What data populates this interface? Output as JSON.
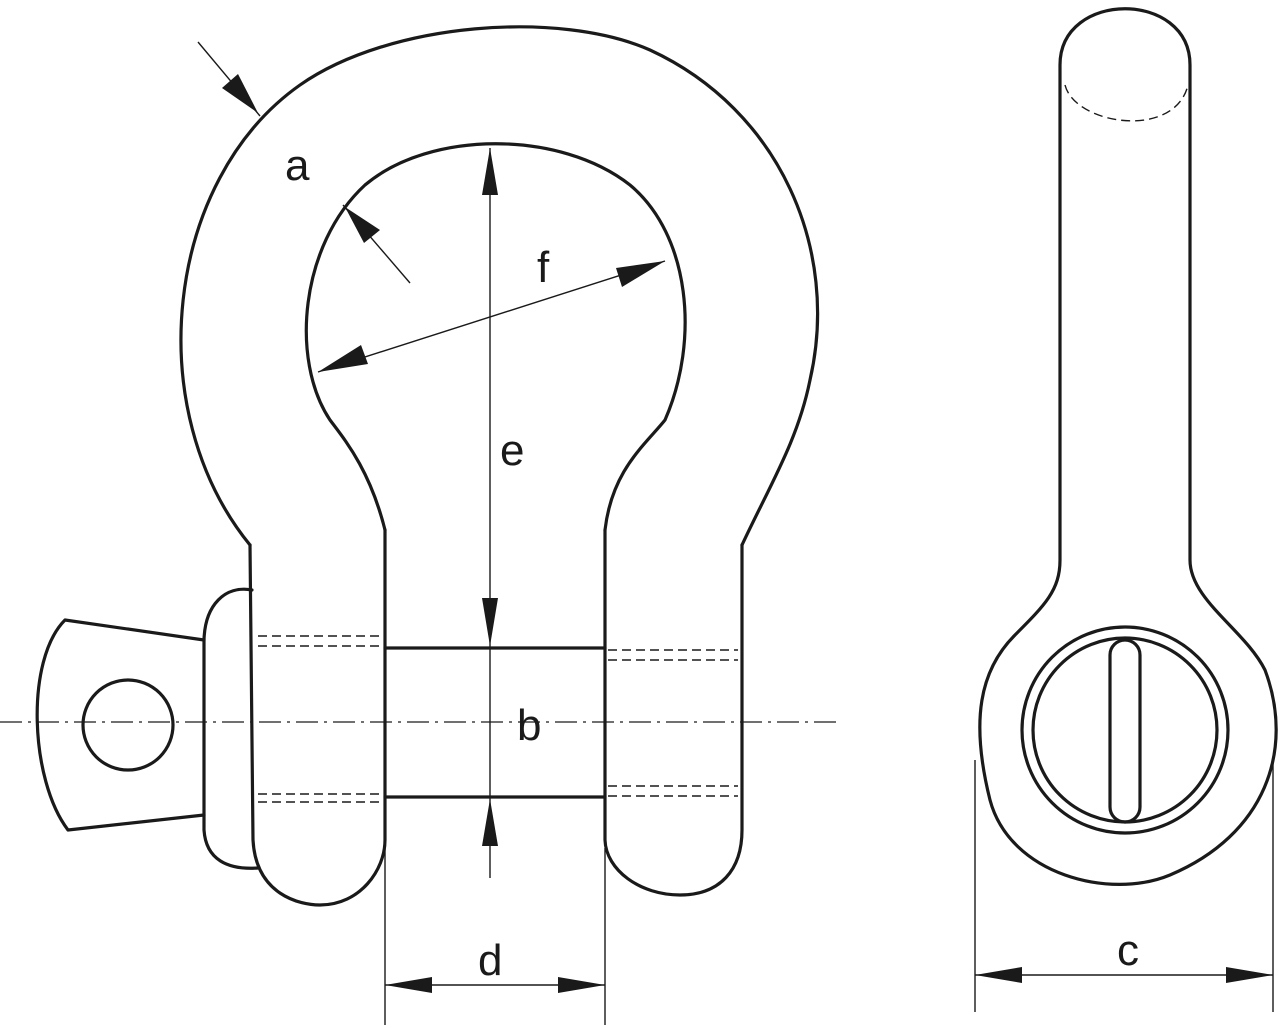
{
  "labels": {
    "a": "a",
    "b": "b",
    "c": "c",
    "d": "d",
    "e": "e",
    "f": "f"
  },
  "colors": {
    "ink": "#1a1a1a",
    "background": "#ffffff"
  }
}
